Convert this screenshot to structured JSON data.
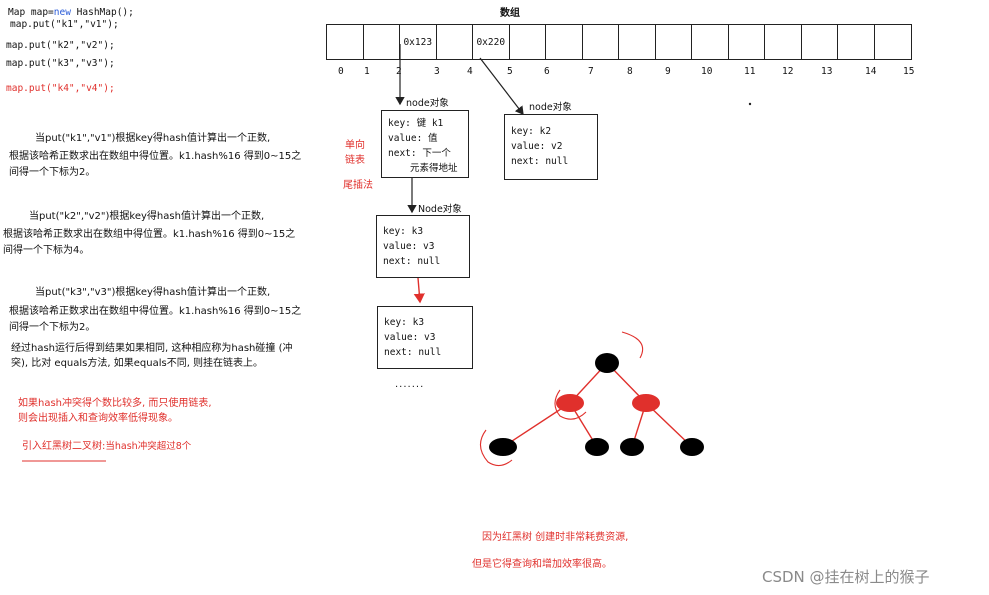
{
  "code": {
    "line1_a": "Map map=",
    "line1_new": "new",
    "line1_b": " HashMap();",
    "line2": "map.put(\"k1\",\"v1\");",
    "line3": "map.put(\"k2\",\"v2\");",
    "line4": "map.put(\"k3\",\"v3\");",
    "line5": "map.put(\"k4\",\"v4\");",
    "new_color": "#2a5bd7"
  },
  "array": {
    "title": "数组",
    "cells": [
      "",
      "",
      "0x123",
      "",
      "0x220",
      "",
      "",
      "",
      "",
      "",
      "",
      "",
      "",
      "",
      "",
      ""
    ],
    "indices": [
      "0",
      "1",
      "2",
      "3",
      "4",
      "5",
      "6",
      "7",
      "8",
      "9",
      "10",
      "11",
      "12",
      "13",
      "14",
      "15"
    ]
  },
  "nodes": {
    "node1": {
      "label": "node对象",
      "key": "key: 键 k1",
      "value": "value: 值",
      "next1": "next: 下一个",
      "next2": "元素得地址"
    },
    "node2": {
      "label": "node对象",
      "key": "key: k2",
      "value": "value: v2",
      "next": "next: null"
    },
    "node3": {
      "label": "Node对象",
      "key": "key:   k3",
      "value": "value:  v3",
      "next": "next:  null"
    },
    "node4": {
      "key": "key:   k3",
      "value": "value:  v3",
      "next": "next:  null"
    },
    "dots": "......."
  },
  "side_labels": {
    "single1": "单向",
    "single2": "链表",
    "tail": "尾插法"
  },
  "explanations": {
    "p1_l1": "当put(\"k1\",\"v1\")根据key得hash值计算出一个正数,",
    "p1_l2": "根据该哈希正数求出在数组中得位置。k1.hash%16 得到0~15之",
    "p1_l3": "间得一个下标为2。",
    "p2_l1": "当put(\"k2\",\"v2\")根据key得hash值计算出一个正数,",
    "p2_l2": "根据该哈希正数求出在数组中得位置。k1.hash%16 得到0~15之",
    "p2_l3": "间得一个下标为4。",
    "p3_l1": "当put(\"k3\",\"v3\")根据key得hash值计算出一个正数,",
    "p3_l2": "根据该哈希正数求出在数组中得位置。k1.hash%16 得到0~15之",
    "p3_l3": "间得一个下标为2。",
    "p4_l1": "经过hash运行后得到结果如果相同, 这种相应称为hash碰撞 (冲",
    "p4_l2": "突), 比对 equals方法, 如果equals不同, 则挂在链表上。"
  },
  "red_notes": {
    "r1_l1": "如果hash冲突得个数比较多, 而只使用链表,",
    "r1_l2": "则会出现插入和查询效率低得现象。",
    "r2": "引入红黑树二叉树:",
    "r2_tail": "当hash冲突超过8个",
    "r3": "因为红黑树 创建时非常耗费资源,",
    "r4": "但是它得查询和增加效率很高。"
  },
  "watermark": "CSDN @挂在树上的猴子",
  "colors": {
    "red": "#e0302c",
    "black": "#000000",
    "border": "#222222"
  }
}
